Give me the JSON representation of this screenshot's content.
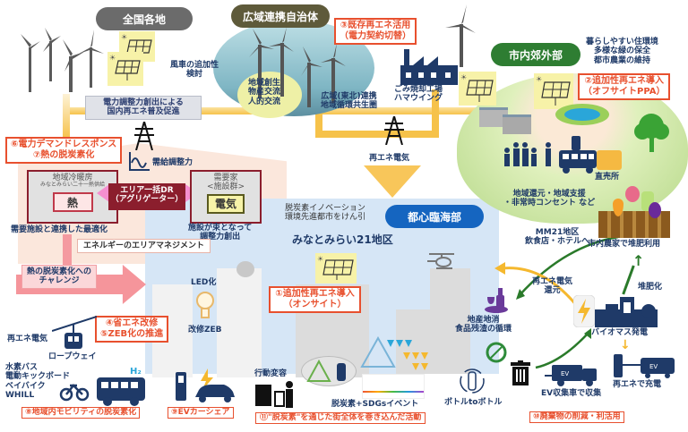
{
  "regions": {
    "nationwide": {
      "label": "全国各地",
      "color": "#6b6b6b"
    },
    "wide_area": {
      "label": "広域連携自治体",
      "color": "#5e5a3a"
    },
    "suburbs": {
      "label": "市内郊外部",
      "color": "#2e7d32"
    },
    "city_center": {
      "label": "都心臨海部",
      "color": "#1565c0"
    }
  },
  "notes": {
    "windmill_additionality": "風車の追加性\n検討",
    "regional_exchange": "地域創生\n物産交流\n人的交流",
    "tohoku_link": "広域(東北)連携\n地域循環共生圏",
    "incinerator": "ごみ焼却工場\nハマウイング",
    "power_adjust": "電力調整力創出による\n国内再エネ普及促進",
    "suburb_values": "暮らしやすい住環境\n多様な緑の保全\n都市農業の維持",
    "supply_demand": "需給調整力",
    "renewable_power": "再エネ電気",
    "local_return": "地域還元・地域支援\n・非常時コンセント など",
    "direct_store": "直売所",
    "decarb_innovation": "脱炭素イノベーション\n環境先進都市をけん引",
    "minatomirai": "みなとみらい21地区",
    "mm21_restaurants": "MM21地区\n飲食店・ホテルへ",
    "compost_farm": "市内農家で堆肥利用",
    "renewable_return": "再エネ電気\n還元",
    "composting": "堆肥化",
    "biomass": "バイオマス発電",
    "ev_charge": "再エネで充電",
    "ev_collect": "EV収集車で収集",
    "local_food": "地産地消\n食品残渣の循環",
    "led": "LED化",
    "zeb_renovation": "改修ZEB",
    "behavior_change": "行動変容",
    "decarb_sdgs": "脱炭素+SDGsイベント",
    "bottle_to_bottle": "ボトルtoボトル",
    "ropeway_power": "再エネ電気",
    "ropeway": "ロープウェイ",
    "mobility_list": "水素バス\n電動キックボード\nベイバイク\nWHILL",
    "h2": "H₂",
    "heat_challenge": "熱の脱炭素化への\nチャレンジ"
  },
  "dr_panel": {
    "district_heating_title": "地域冷暖房",
    "district_heating_sub": "みなとみらい二十一熱供給",
    "heat_label": "熱",
    "aggregator": "エリア一括DR\n（アグリゲーター）",
    "consumer_title": "需要家\n<施設群>",
    "electricity_label": "電気",
    "heat_optimize": "需要施設と連携した最適化",
    "consumer_adjust": "施設が束となって\n調整力創出",
    "area_management": "エネルギーのエリアマネジメント"
  },
  "measures": {
    "m1": "①追加性再エネ導入\n（オンサイト）",
    "m2": "②追加性再エネ導入\n（オフサイトPPA）",
    "m3": "③既存再エネ活用\n（電力契約切替）",
    "m45": "④省エネ改修\n⑤ZEB化の推進",
    "m67": "⑥電力デマンドレスポンス\n⑦熱の脱炭素化",
    "m8": "⑧地域内モビリティの脱炭素化",
    "m9": "⑨EVカーシェア",
    "m10": "⑩廃棄物の削減・利活用",
    "m11": "⑪\"脱炭素\"を通じた街全体を巻き込んだ活動"
  },
  "colors": {
    "red_accent": "#e8502e",
    "navy_text": "#1f3a68",
    "power_line": "#f6c24a",
    "city_bg": "#d6e6f6",
    "suburb_bg": "#cfe6a8",
    "dr_dark": "#8b1e2d"
  }
}
